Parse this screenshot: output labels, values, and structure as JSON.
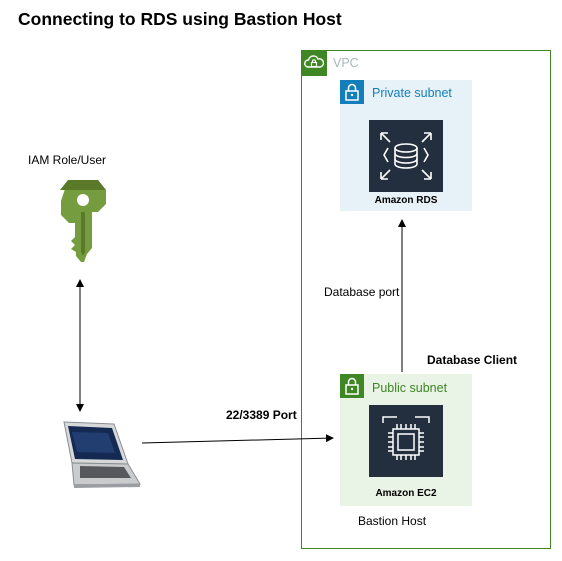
{
  "title": "Connecting to RDS using Bastion Host",
  "vpc": {
    "label": "VPC"
  },
  "private_subnet": {
    "label": "Private subnet"
  },
  "public_subnet": {
    "label": "Public subnet"
  },
  "rds": {
    "label": "Amazon RDS"
  },
  "ec2": {
    "label": "Amazon EC2"
  },
  "iam": {
    "label": "IAM Role/User"
  },
  "edges": {
    "database_port": "Database port",
    "database_client": "Database Client",
    "ssh_rdp_port": "22/3389 Port"
  },
  "bastion": {
    "label": "Bastion Host"
  },
  "colors": {
    "vpc_green": "#3f8624",
    "private_blue": "#147eba",
    "private_bg": "#e6f2f8",
    "public_bg": "#e9f3e6",
    "service_dark": "#232f3e",
    "iam_green": "#759c3e"
  },
  "icons": [
    "cloud-lock-icon",
    "padlock-icon",
    "rds-database-icon",
    "ec2-chip-icon",
    "iam-key-icon",
    "laptop-icon"
  ]
}
